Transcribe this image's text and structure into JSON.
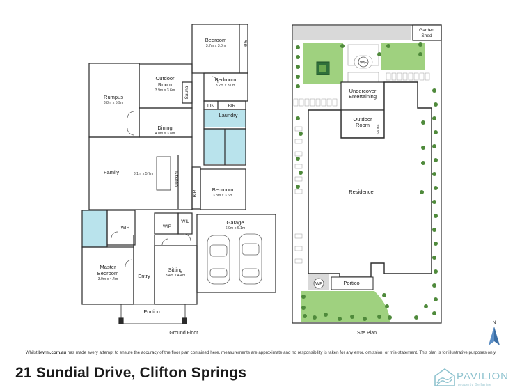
{
  "floor_plan": {
    "caption": "Ground Floor",
    "rooms": {
      "bedroom1": {
        "name": "Bedroom",
        "dim": "3.7m x 3.0m"
      },
      "bir1": {
        "name": "BIR"
      },
      "bedroom2": {
        "name": "Bedroom",
        "dim": "3.2m x 3.0m"
      },
      "outdoor_room": {
        "name_line1": "Outdoor",
        "name_line2": "Room",
        "dim": "3.9m x 3.6m"
      },
      "sauna": {
        "name": "Sauna"
      },
      "rumpus": {
        "name": "Rumpus",
        "dim": "3.8m x 5.9m"
      },
      "lin": {
        "name": "LIN"
      },
      "bir2": {
        "name": "BIR"
      },
      "laundry": {
        "name": "Laundry"
      },
      "dining": {
        "name": "Dining",
        "dim": "4.0m x 3.8m"
      },
      "family": {
        "name": "Family",
        "dim": "8.1m x 5.7m"
      },
      "kitchen": {
        "name": "Kitchen"
      },
      "bir3": {
        "name": "BIR"
      },
      "bedroom3": {
        "name": "Bedroom",
        "dim": "3.8m x 3.6m"
      },
      "wir": {
        "name": "WIR"
      },
      "wip": {
        "name": "WIP"
      },
      "wil": {
        "name": "WIL"
      },
      "garage": {
        "name": "Garage",
        "dim": "6.0m x 6.1m"
      },
      "master": {
        "name_line1": "Master",
        "name_line2": "Bedroom",
        "dim": "3.9m x 4.4m"
      },
      "entry": {
        "name": "Entry"
      },
      "sitting": {
        "name": "Sitting",
        "dim": "3.4m x 4.4m"
      },
      "portico": {
        "name": "Portico"
      }
    }
  },
  "site_plan": {
    "caption": "Site Plan",
    "labels": {
      "garden_shed_1": "Garden",
      "garden_shed_2": "Shed",
      "wf_top": "WF",
      "undercover_1": "Undercover",
      "undercover_2": "Entertaining",
      "outdoor_1": "Outdoor",
      "outdoor_2": "Room",
      "sauna": "Sauna",
      "residence": "Residence",
      "wf_bottom": "WF",
      "portico": "Portico"
    }
  },
  "compass": {
    "label": "N"
  },
  "disclaimer": {
    "prefix": "Whilst ",
    "site": "bwrm.com.au",
    "rest": " has made every attempt to ensure the accuracy of the floor plan contained here, measurements are approximate and no responsibility is taken for any error, omission, or mis-statement. This plan is for illustrative purposes only."
  },
  "address": "21 Sundial Drive, Clifton Springs",
  "brand": {
    "name": "PAVILION",
    "tagline": "property Bellarine"
  },
  "colors": {
    "wall": "#2b2b2b",
    "wet_area": "#b9e3ec",
    "lawn": "#9fd17f",
    "paving": "#d9d9d9",
    "shrub": "#4f8a3b",
    "brand": "#8fc3cf"
  }
}
